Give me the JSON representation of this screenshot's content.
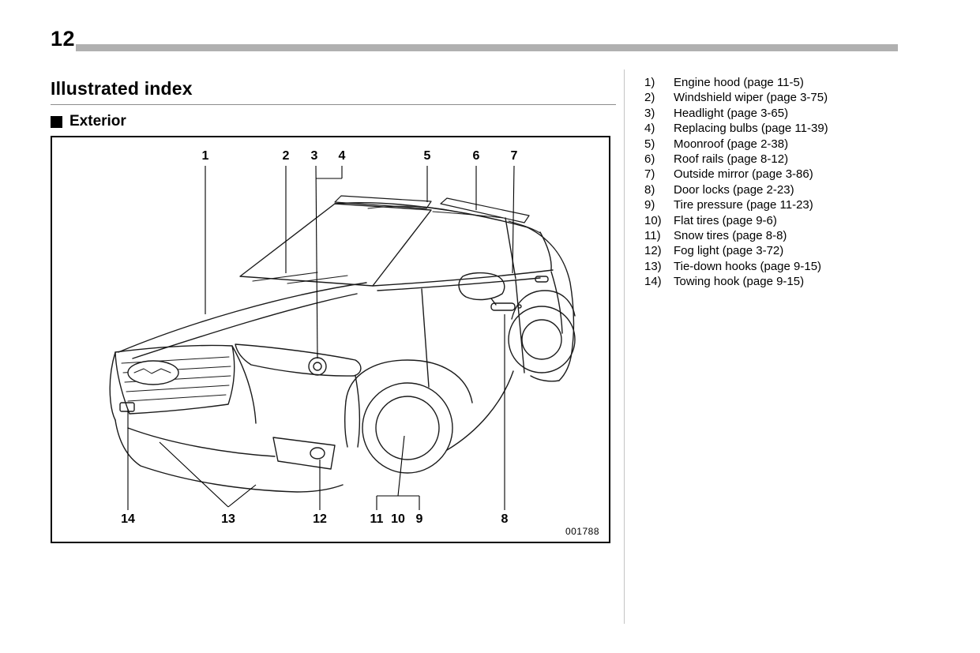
{
  "page": {
    "number": "12"
  },
  "heading": {
    "title": "Illustrated index",
    "section": "Exterior"
  },
  "figure": {
    "code": "001788",
    "callouts_top": [
      "1",
      "2",
      "3",
      "4",
      "5",
      "6",
      "7"
    ],
    "callouts_bottom": [
      "14",
      "13",
      "12",
      "11",
      "10",
      "9",
      "8"
    ]
  },
  "index": {
    "items": [
      {
        "num": "1)",
        "label": "Engine hood (page 11-5)"
      },
      {
        "num": "2)",
        "label": "Windshield wiper (page 3-75)"
      },
      {
        "num": "3)",
        "label": "Headlight (page 3-65)"
      },
      {
        "num": "4)",
        "label": "Replacing bulbs (page 11-39)"
      },
      {
        "num": "5)",
        "label": "Moonroof (page 2-38)"
      },
      {
        "num": "6)",
        "label": "Roof rails (page 8-12)"
      },
      {
        "num": "7)",
        "label": "Outside mirror (page 3-86)"
      },
      {
        "num": "8)",
        "label": "Door locks (page 2-23)"
      },
      {
        "num": "9)",
        "label": "Tire pressure (page 11-23)"
      },
      {
        "num": "10)",
        "label": "Flat tires (page 9-6)"
      },
      {
        "num": "11)",
        "label": "Snow tires (page 8-8)"
      },
      {
        "num": "12)",
        "label": "Fog light (page 3-72)"
      },
      {
        "num": "13)",
        "label": "Tie-down hooks (page 9-15)"
      },
      {
        "num": "14)",
        "label": "Towing hook (page 9-15)"
      }
    ]
  },
  "colors": {
    "header_bar": "#b0b0b0",
    "ink": "#000000"
  }
}
